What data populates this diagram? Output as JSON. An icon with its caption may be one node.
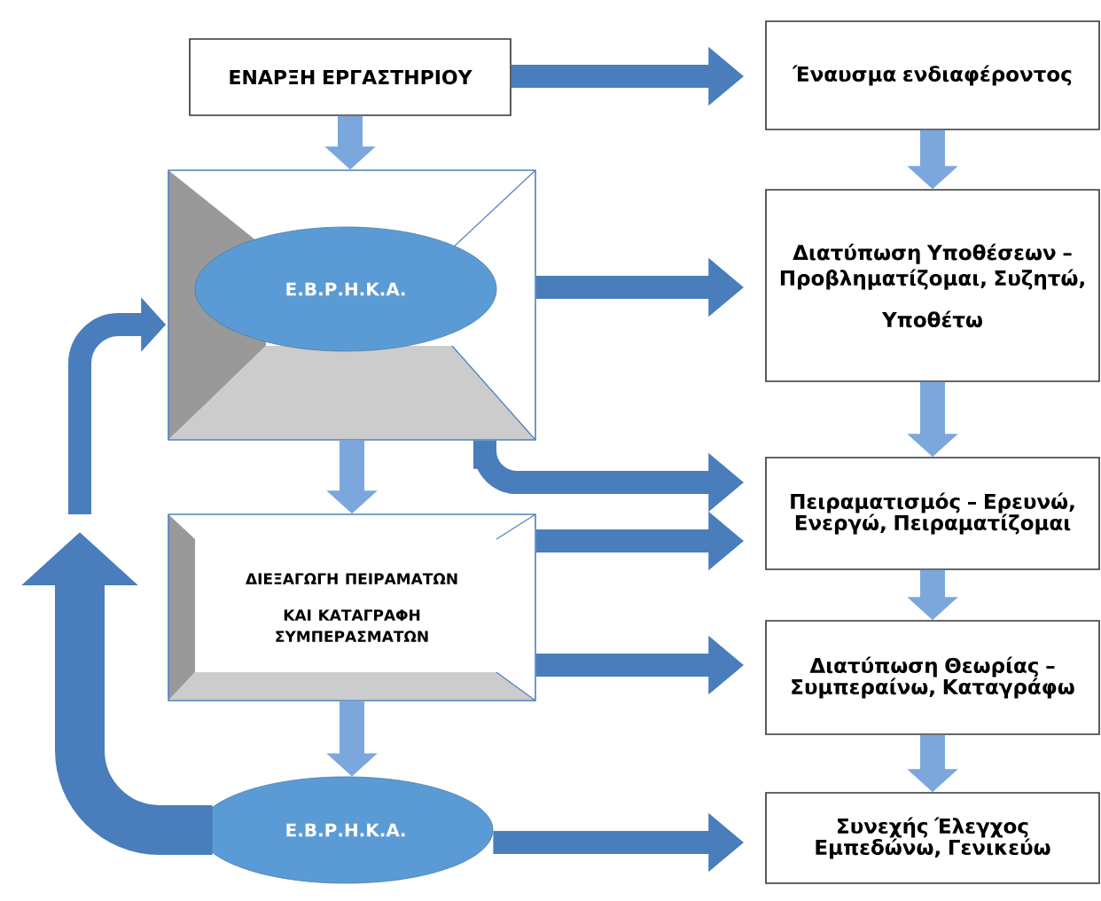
{
  "diagram": {
    "nodes": [
      {
        "text": [
          "ΕΝΑΡΞΗ ΕΡΓΑΣΤΗΡΙΟΥ"
        ]
      },
      {
        "text": [],
        "shape": "box"
      },
      {
        "text": [
          "Ε.Β.Ρ.Η.Κ.Α."
        ],
        "in": 1
      },
      {
        "text": [
          "ΔΙΕΞΑΓΩΓΗ ΠΕΙΡΑΜΑΤΩΝ",
          "ΚΑΙ ΚΑΤΑΓΡΑΦΗ ΣΥΜΠΕΡΑΣΜΑΤΩΝ"
        ]
      },
      {
        "text": [
          "Ε.Β.Ρ.Η.Κ.Α."
        ]
      },
      {
        "text": [
          "Έναυσμα ενδιαφέροντος"
        ]
      },
      {
        "text": [
          "Διατύπωση Υποθέσεων – Προβληματίζομαι, Συζητώ,",
          "Υποθέτω"
        ]
      },
      {
        "text": [
          "Πειραματισμός – Ερευνώ, Ενεργώ, Πειραματίζομαι"
        ]
      },
      {
        "text": [
          "Διατύπωση Θεωρίας – Συμπεραίνω, Καταγράφω"
        ]
      },
      {
        "text": [
          "Συνεχής Έλεγχος Εμπεδώνω, Γενικεύω"
        ]
      }
    ],
    "edges": [
      {
        "from": 0,
        "to": 1,
        "arrow": "to",
        "color": "#7ba7dc"
      },
      {
        "from": 0,
        "to": 5,
        "arrow": "to"
      },
      {
        "from": 1,
        "to": 6,
        "arrow": "to"
      },
      {
        "from": 1,
        "to": 7,
        "arrow": "to"
      },
      {
        "from": 1,
        "to": 3,
        "arrow": "to",
        "color": "#7ba7dc"
      },
      {
        "from": 3,
        "to": 7,
        "arrow": "to"
      },
      {
        "from": 3,
        "to": 8,
        "arrow": "to"
      },
      {
        "from": 3,
        "to": 4,
        "arrow": "to",
        "color": "#7ba7dc"
      },
      {
        "from": 4,
        "to": 9,
        "arrow": "to"
      },
      {
        "from": 4,
        "to": null,
        "arrow": "to",
        "style": "thick"
      },
      {
        "from": null,
        "to": 1,
        "arrow": "to"
      },
      {
        "from": 5,
        "to": 6,
        "arrow": "to",
        "color": "#7ba7dc"
      },
      {
        "from": 6,
        "to": 7,
        "arrow": "to",
        "color": "#7ba7dc"
      },
      {
        "from": 7,
        "to": 8,
        "arrow": "to",
        "color": "#7ba7dc"
      },
      {
        "from": 8,
        "to": 9,
        "arrow": "to",
        "color": "#7ba7dc"
      }
    ]
  }
}
